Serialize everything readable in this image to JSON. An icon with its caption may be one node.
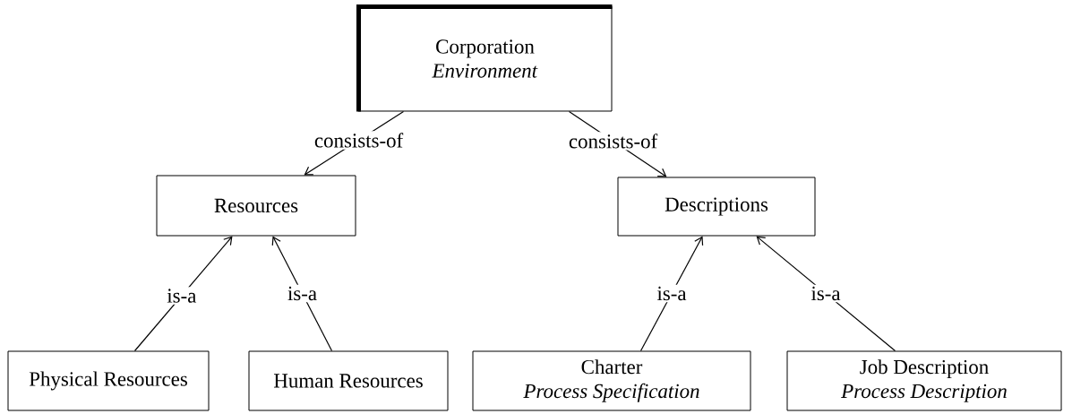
{
  "diagram": {
    "nodes": [
      {
        "text": [
          "Corporation",
          "*Environment*"
        ]
      },
      {
        "text": [
          "Resources"
        ]
      },
      {
        "text": [
          "Descriptions"
        ]
      },
      {
        "text": [
          "Physical Resources"
        ]
      },
      {
        "text": [
          "Human Resources"
        ]
      },
      {
        "text": [
          "Charter",
          "*Process Specification*"
        ]
      },
      {
        "text": [
          "Job Description",
          "*Process Description*"
        ]
      }
    ],
    "edges": [
      {
        "from": 0,
        "to": 1,
        "arrow": "to",
        "label": "consists-of"
      },
      {
        "from": 0,
        "to": 2,
        "arrow": "to",
        "label": "consists-of"
      },
      {
        "from": 3,
        "to": 1,
        "arrow": "to",
        "label": "is-a"
      },
      {
        "from": 4,
        "to": 1,
        "arrow": "to",
        "label": "is-a"
      },
      {
        "from": 5,
        "to": 2,
        "arrow": "to",
        "label": "is-a"
      },
      {
        "from": 6,
        "to": 2,
        "arrow": "to",
        "label": "is-a"
      }
    ]
  }
}
